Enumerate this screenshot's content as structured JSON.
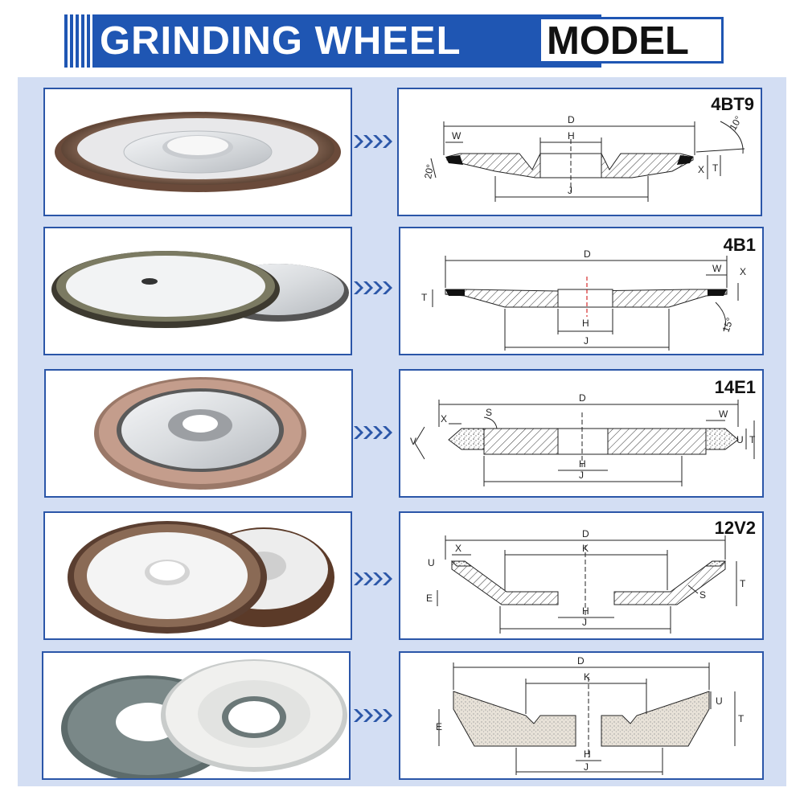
{
  "header": {
    "title_part1": "GRINDING WHEEL",
    "title_part2": "MODEL"
  },
  "colors": {
    "brand_blue": "#1f56b3",
    "panel_bg": "#d3def3",
    "box_border": "#2b56a8"
  },
  "models": [
    {
      "label": "4BT9",
      "dims": [
        "D",
        "W",
        "H",
        "10°",
        "20°",
        "X",
        "T",
        "J"
      ]
    },
    {
      "label": "4B1",
      "dims": [
        "D",
        "W",
        "X",
        "T",
        "H",
        "J",
        "15°"
      ]
    },
    {
      "label": "14E1",
      "dims": [
        "D",
        "X",
        "S",
        "W",
        "V",
        "U",
        "T",
        "H",
        "J"
      ]
    },
    {
      "label": "12V2",
      "dims": [
        "D",
        "K",
        "X",
        "U",
        "T",
        "E",
        "S",
        "H",
        "J"
      ]
    },
    {
      "label": "",
      "dims": [
        "D",
        "K",
        "U",
        "T",
        "E",
        "H",
        "J"
      ]
    }
  ]
}
